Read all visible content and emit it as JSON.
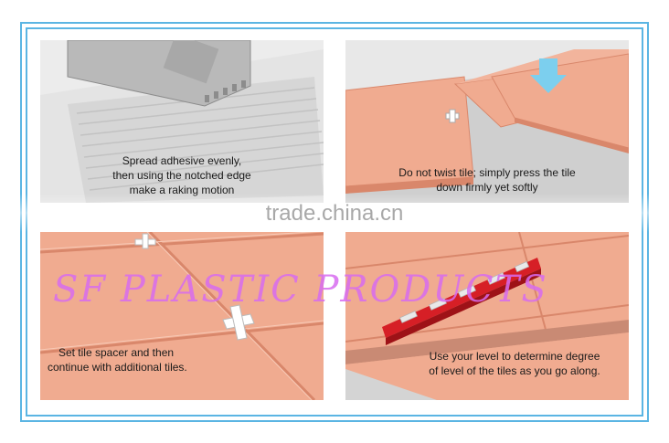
{
  "panels": [
    {
      "id": "spread",
      "caption": [
        "Spread adhesive evenly,",
        "then using the notched edge",
        "make a raking motion"
      ]
    },
    {
      "id": "press",
      "caption": [
        "Do not twist tile; simply press the tile",
        "down firmly yet softly"
      ]
    },
    {
      "id": "spacer",
      "caption": [
        "Set tile spacer and then",
        "continue with additional tiles."
      ]
    },
    {
      "id": "level",
      "caption": [
        "Use your level to determine degree",
        "of level of the tiles as you go along."
      ]
    }
  ],
  "watermark": "trade.china.cn",
  "brand": "SF PLASTIC PRODUCTS",
  "colors": {
    "frame": "#5bb5e3",
    "tile": "#f0ab90",
    "tile_edge": "#d9876b",
    "adhesive": "#dcdcdc",
    "arrow": "#7ccfee",
    "level_red": "#d61f26",
    "brand": "#d86cf0"
  }
}
